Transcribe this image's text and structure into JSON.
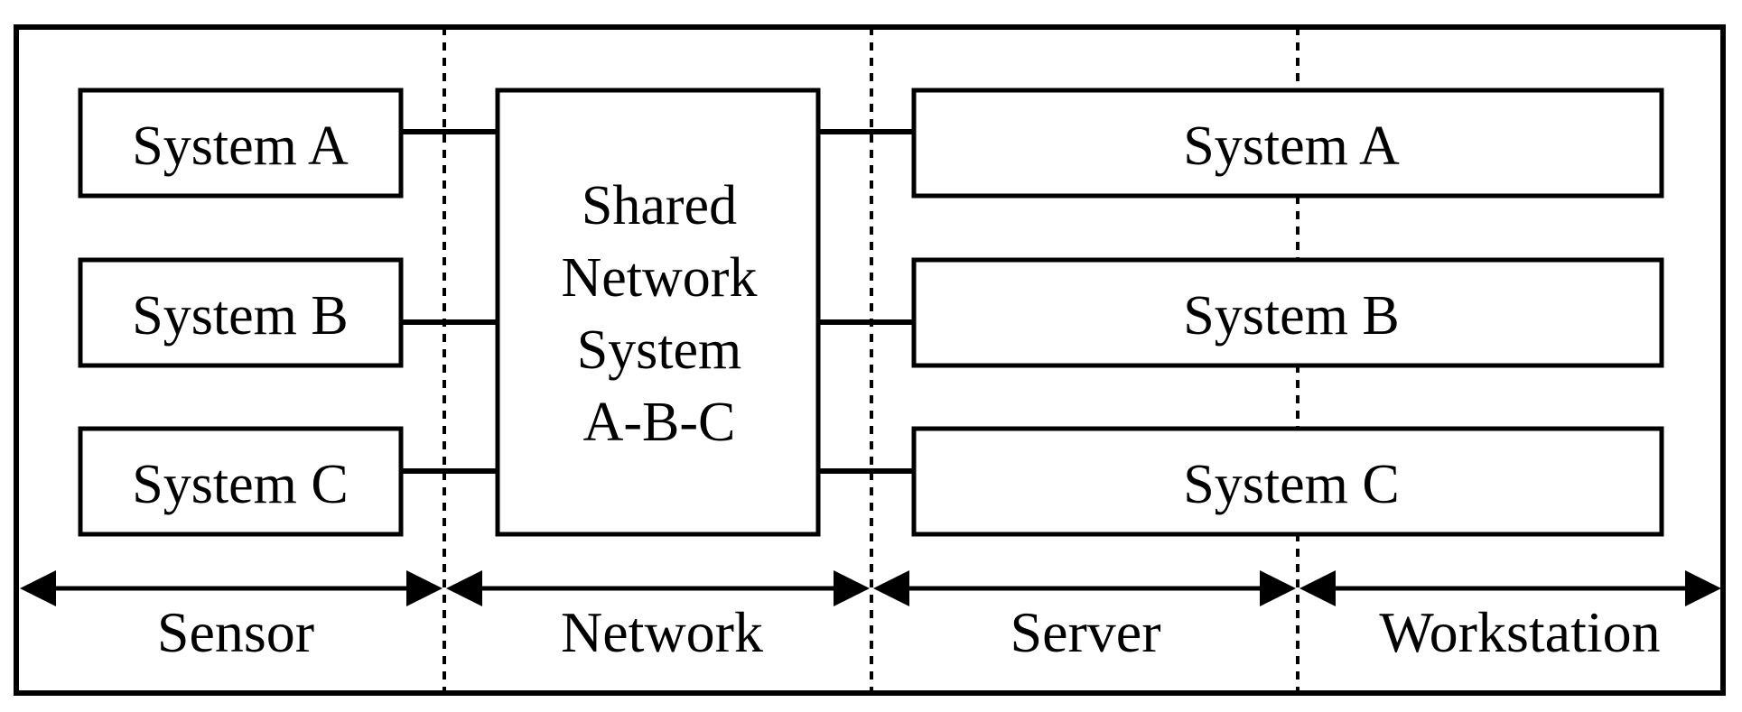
{
  "sensor_systems": [
    {
      "label": "System A"
    },
    {
      "label": "System B"
    },
    {
      "label": "System C"
    }
  ],
  "shared_network": {
    "lines": [
      "Shared",
      "Network",
      "System",
      "A-B-C"
    ]
  },
  "server_systems": [
    {
      "label": "System A"
    },
    {
      "label": "System B"
    },
    {
      "label": "System C"
    }
  ],
  "zones": [
    {
      "label": "Sensor"
    },
    {
      "label": "Network"
    },
    {
      "label": "Server"
    },
    {
      "label": "Workstation"
    }
  ]
}
